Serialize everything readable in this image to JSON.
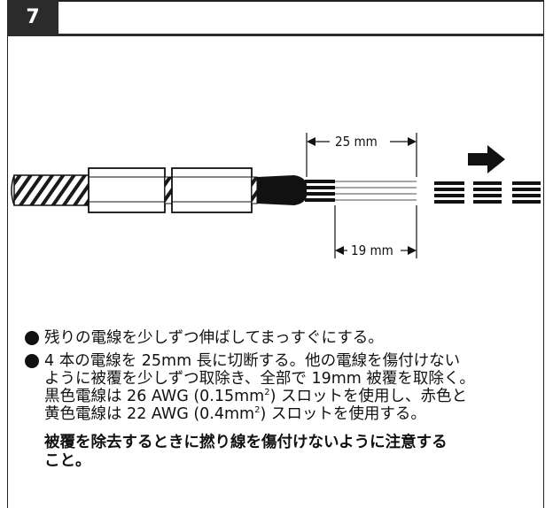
{
  "step": {
    "number": "7"
  },
  "dimensions": {
    "total_length": "25 mm",
    "strip_length": "19 mm"
  },
  "instructions": {
    "bullet1": "残りの電線を少しずつ伸ばしてまっすぐにする。",
    "bullet2": {
      "line1": "4 本の電線を 25mm 長に切断する。他の電線を傷付けない",
      "line2": "ように被覆を少しずつ取除き、全部で 19mm 被覆を取除く。",
      "line3_prefix": "黒色電線は 26 AWG (0.15mm",
      "line3_suffix": ") スロットを使用し、赤色と",
      "line4_prefix": "黄色電線は 22 AWG (0.4mm",
      "line4_suffix": ") スロットを使用する。",
      "sup": "2"
    },
    "warning_line1": "被覆を除去するときに撚り線を傷付けないように注意する",
    "warning_line2": "こと。"
  },
  "colors": {
    "badge": "#2b2b2b",
    "ink": "#111111"
  }
}
